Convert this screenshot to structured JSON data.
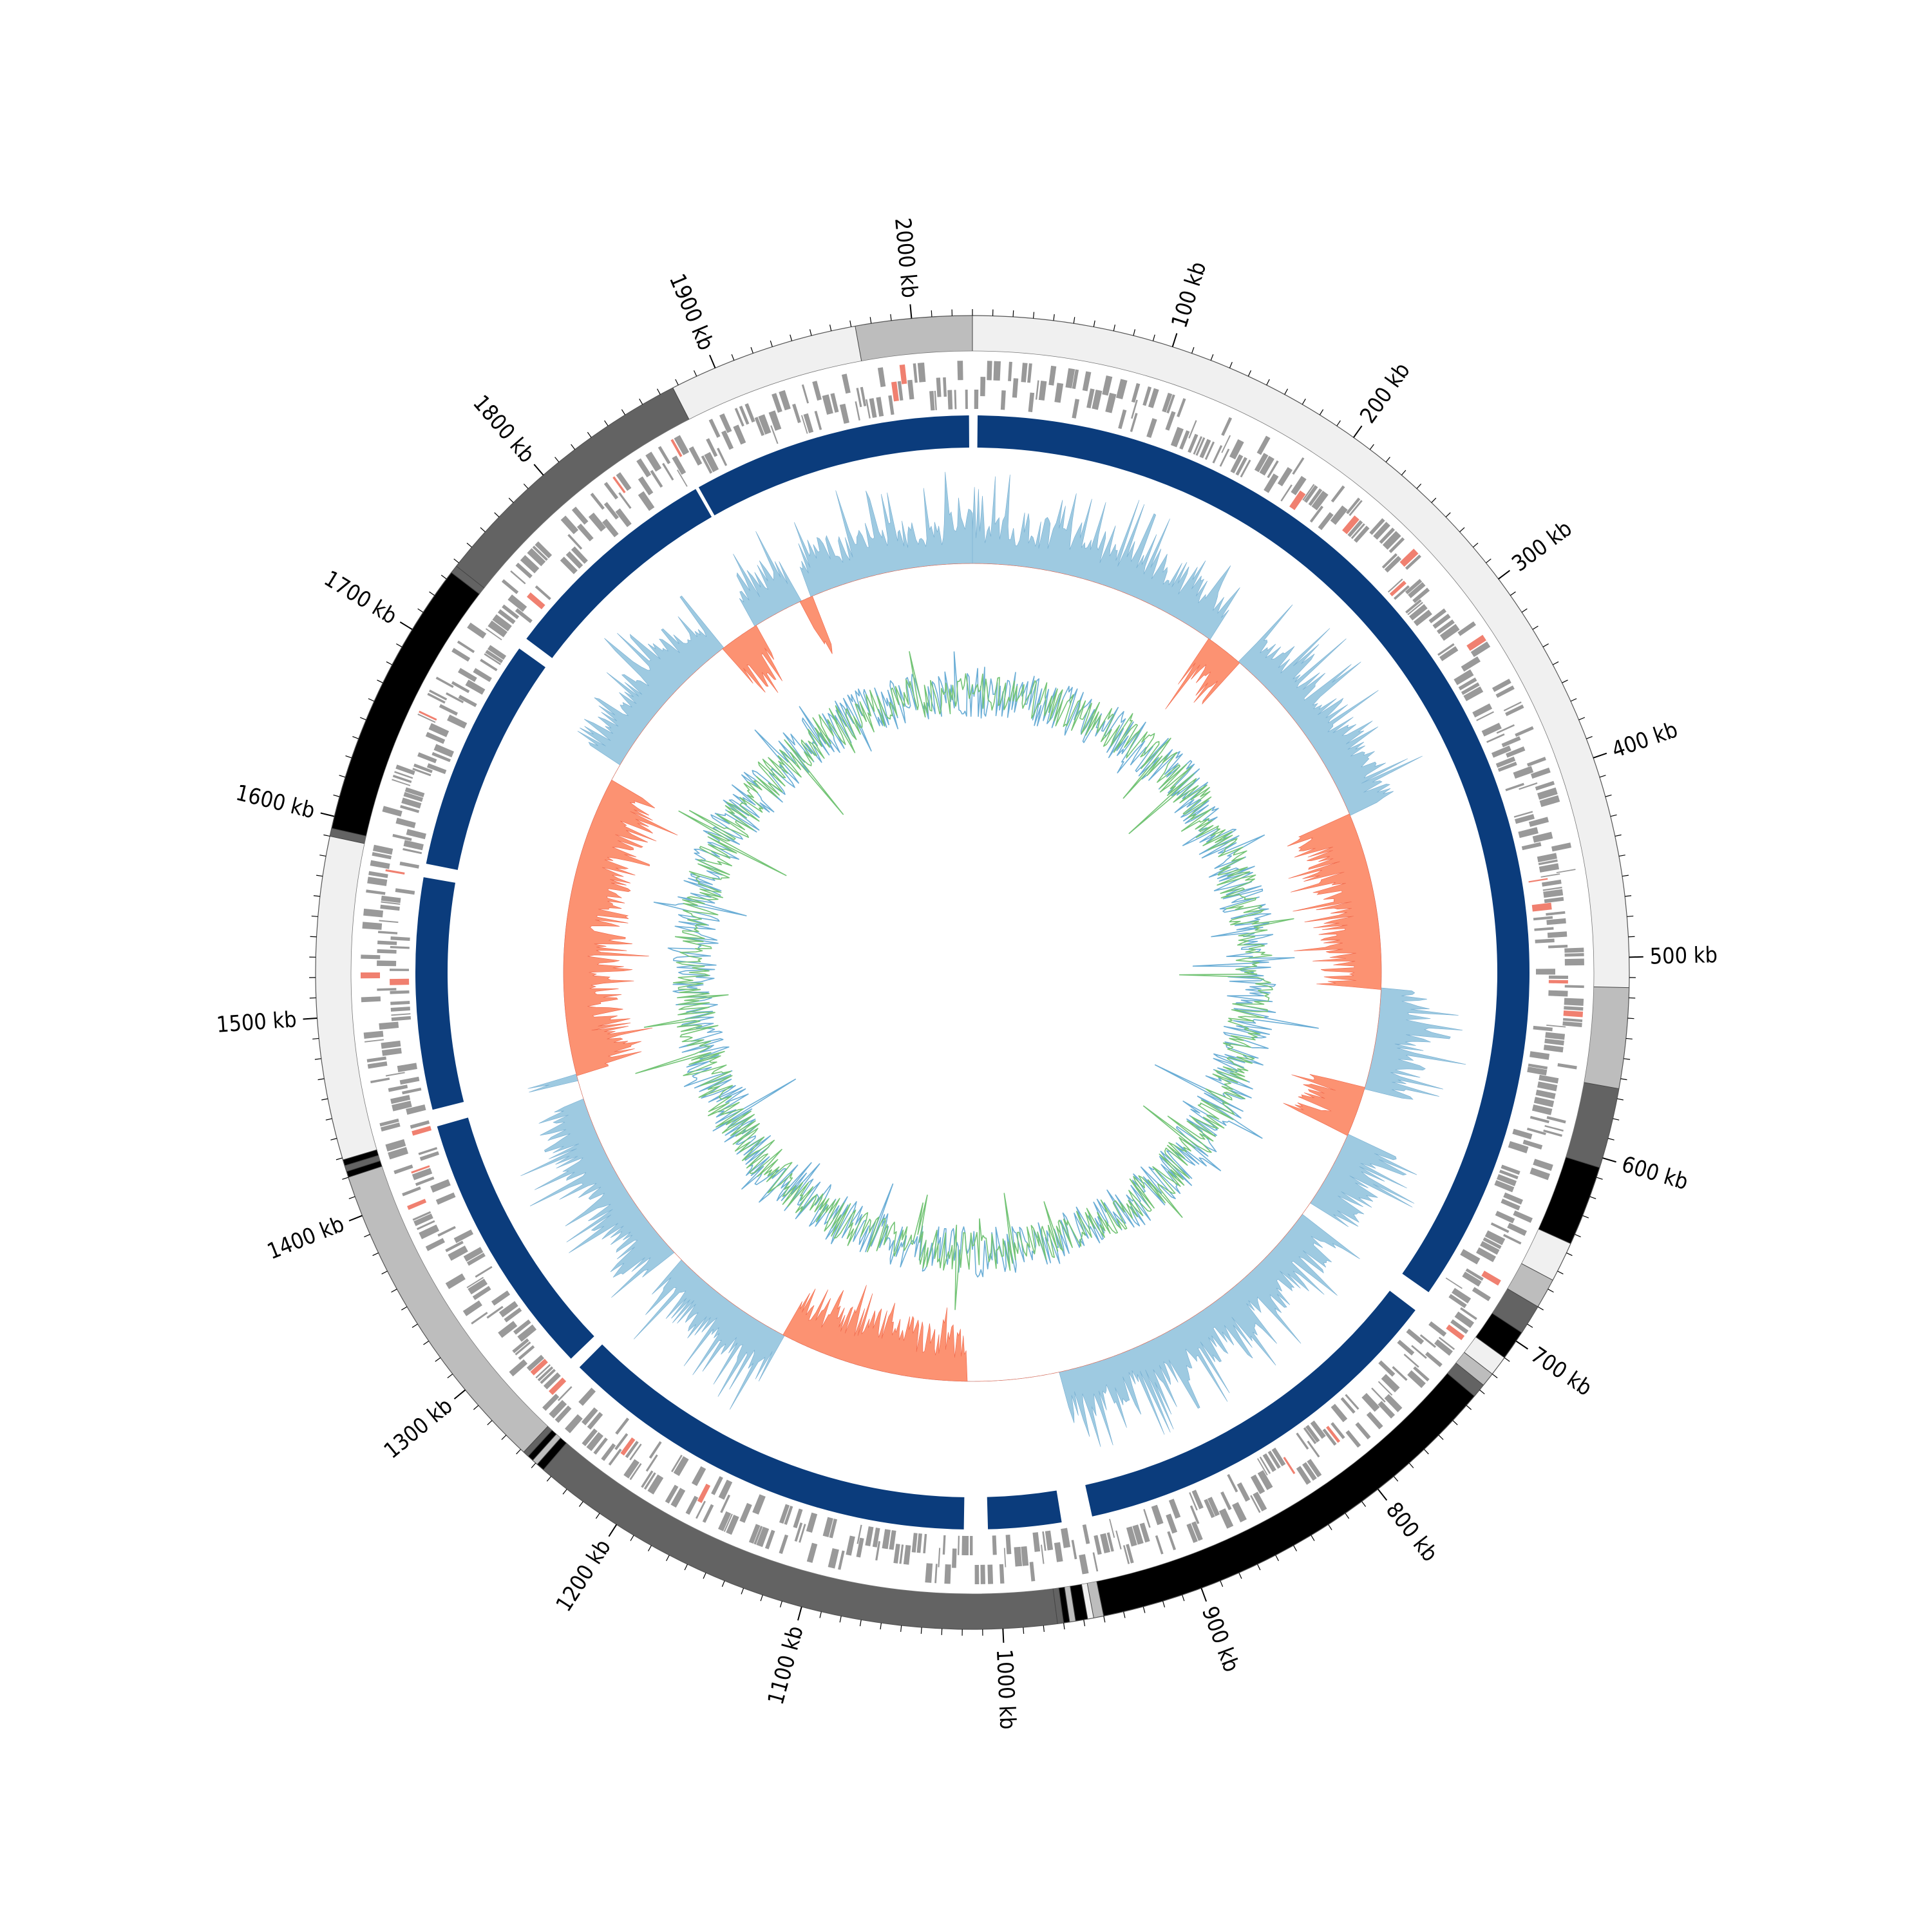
{
  "chart_data": {
    "type": "circular-genome",
    "genome_length_kb": 2030,
    "axis": {
      "unit": "kb",
      "major_step_kb": 100,
      "minor_step_kb": 10,
      "tick_labels": [
        "100 kb",
        "200 kb",
        "300 kb",
        "400 kb",
        "500 kb",
        "600 kb",
        "700 kb",
        "800 kb",
        "900 kb",
        "1000 kb",
        "1100 kb",
        "1200 kb",
        "1300 kb",
        "1400 kb",
        "1500 kb",
        "1600 kb",
        "1700 kb",
        "1800 kb",
        "1900 kb",
        "2000 kb"
      ]
    },
    "contigs": [
      {
        "start": 0,
        "end": 515,
        "shade": "#f0f0f0"
      },
      {
        "start": 515,
        "end": 565,
        "shade": "#bdbdbd"
      },
      {
        "start": 565,
        "end": 605,
        "shade": "#636363"
      },
      {
        "start": 605,
        "end": 645,
        "shade": "#000000"
      },
      {
        "start": 645,
        "end": 665,
        "shade": "#f0f0f0"
      },
      {
        "start": 665,
        "end": 680,
        "shade": "#bdbdbd"
      },
      {
        "start": 680,
        "end": 695,
        "shade": "#636363"
      },
      {
        "start": 695,
        "end": 710,
        "shade": "#000000"
      },
      {
        "start": 710,
        "end": 720,
        "shade": "#f0f0f0"
      },
      {
        "start": 720,
        "end": 727,
        "shade": "#bdbdbd"
      },
      {
        "start": 727,
        "end": 734,
        "shade": "#636363"
      },
      {
        "start": 734,
        "end": 950,
        "shade": "#000000"
      },
      {
        "start": 950,
        "end": 955,
        "shade": "#bdbdbd"
      },
      {
        "start": 955,
        "end": 958,
        "shade": "#f0f0f0"
      },
      {
        "start": 958,
        "end": 964,
        "shade": "#000000"
      },
      {
        "start": 964,
        "end": 967,
        "shade": "#bdbdbd"
      },
      {
        "start": 967,
        "end": 970,
        "shade": "#000000"
      },
      {
        "start": 970,
        "end": 973,
        "shade": "#636363"
      },
      {
        "start": 973,
        "end": 1245,
        "shade": "#636363"
      },
      {
        "start": 1245,
        "end": 1249,
        "shade": "#000000"
      },
      {
        "start": 1249,
        "end": 1252,
        "shade": "#bdbdbd"
      },
      {
        "start": 1252,
        "end": 1255,
        "shade": "#000000"
      },
      {
        "start": 1255,
        "end": 1258,
        "shade": "#636363"
      },
      {
        "start": 1258,
        "end": 1420,
        "shade": "#bdbdbd"
      },
      {
        "start": 1420,
        "end": 1423,
        "shade": "#000000"
      },
      {
        "start": 1423,
        "end": 1426,
        "shade": "#636363"
      },
      {
        "start": 1426,
        "end": 1429,
        "shade": "#000000"
      },
      {
        "start": 1429,
        "end": 1590,
        "shade": "#f0f0f0"
      },
      {
        "start": 1590,
        "end": 1594,
        "shade": "#636363"
      },
      {
        "start": 1594,
        "end": 1734,
        "shade": "#000000"
      },
      {
        "start": 1734,
        "end": 1738,
        "shade": "#636363"
      },
      {
        "start": 1738,
        "end": 1877,
        "shade": "#636363"
      },
      {
        "start": 1877,
        "end": 1972,
        "shade": "#f0f0f0"
      },
      {
        "start": 1972,
        "end": 2030,
        "shade": "#bdbdbd"
      }
    ],
    "alignment_blocks": [
      {
        "start": 3,
        "end": 705
      },
      {
        "start": 718,
        "end": 945
      },
      {
        "start": 963,
        "end": 1006
      },
      {
        "start": 1020,
        "end": 1268
      },
      {
        "start": 1275,
        "end": 1432
      },
      {
        "start": 1442,
        "end": 1578
      },
      {
        "start": 1586,
        "end": 1723
      },
      {
        "start": 1730,
        "end": 1862
      },
      {
        "start": 1864,
        "end": 2028
      }
    ],
    "tracks": [
      {
        "name": "",
        "kind": "gene-features",
        "color": "#999999"
      },
      {
        "name": "",
        "kind": "gc-skew",
        "positive_color": "#9ecae1",
        "negative_color": "#fc9272"
      },
      {
        "name": "",
        "kind": "gc-content",
        "colors": [
          "#6baed6",
          "#74c476"
        ]
      }
    ]
  }
}
